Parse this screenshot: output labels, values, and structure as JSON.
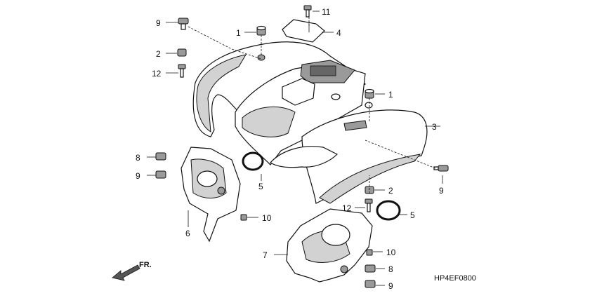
{
  "diagram_code": "HP4EF0800",
  "direction_label": "FR.",
  "callouts": {
    "c1a": "1",
    "c1b": "1",
    "c2a": "2",
    "c2b": "2",
    "c3": "3",
    "c4": "4",
    "c5a": "5",
    "c5b": "5",
    "c6": "6",
    "c7": "7",
    "c8a": "8",
    "c8b": "8",
    "c9a": "9",
    "c9b": "9",
    "c9c": "9",
    "c9d": "9",
    "c10a": "10",
    "c10b": "10",
    "c11": "11",
    "c12a": "12",
    "c12b": "12"
  }
}
